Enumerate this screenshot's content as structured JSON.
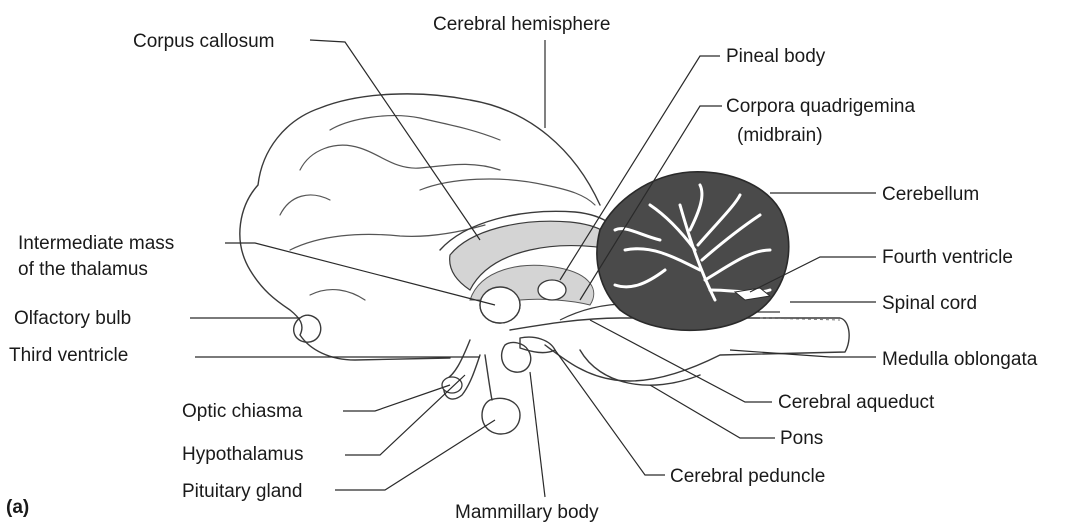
{
  "figure_label": "(a)",
  "labels": {
    "cerebral_hemisphere": "Cerebral hemisphere",
    "corpus_callosum": "Corpus callosum",
    "pineal_body": "Pineal body",
    "corpora_quadrigemina_1": "Corpora quadrigemina",
    "corpora_quadrigemina_2": "(midbrain)",
    "cerebellum": "Cerebellum",
    "intermediate_mass_1": "Intermediate mass",
    "intermediate_mass_2": "of the thalamus",
    "fourth_ventricle": "Fourth ventricle",
    "olfactory_bulb": "Olfactory bulb",
    "spinal_cord": "Spinal cord",
    "third_ventricle": "Third ventricle",
    "medulla_oblongata": "Medulla oblongata",
    "optic_chiasma": "Optic chiasma",
    "cerebral_aqueduct": "Cerebral aqueduct",
    "hypothalamus": "Hypothalamus",
    "pons": "Pons",
    "pituitary_gland": "Pituitary gland",
    "cerebral_peduncle": "Cerebral peduncle",
    "mammillary_body": "Mammillary body"
  },
  "colors": {
    "cerebellum_fill": "#4a4a4a",
    "ventricle_fill": "#d4d4d4",
    "arbor_vitae": "#ffffff"
  }
}
